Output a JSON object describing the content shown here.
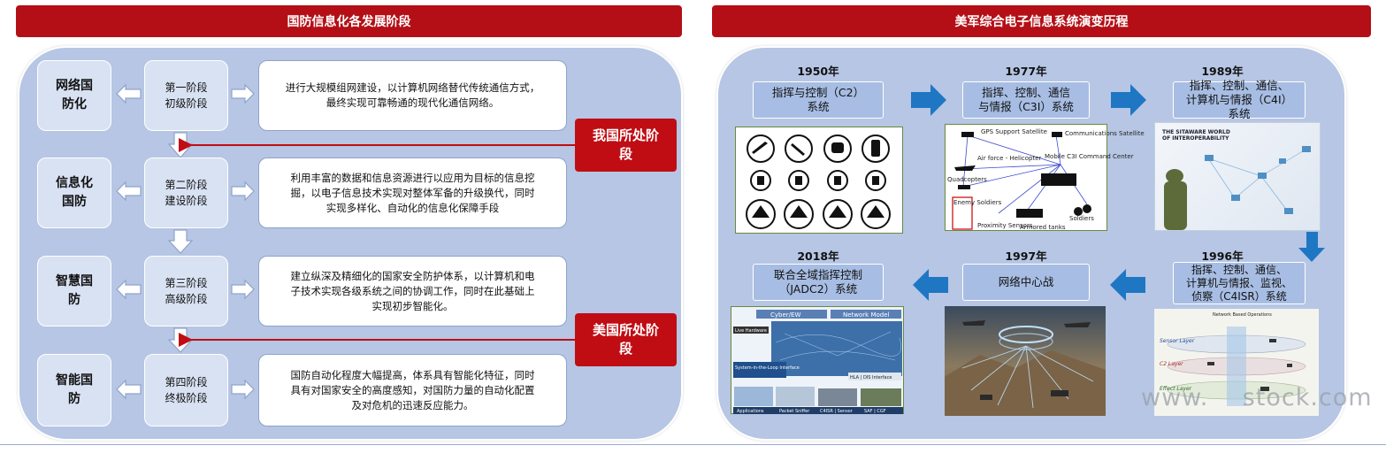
{
  "left": {
    "title": "国防信息化各发展阶段",
    "rows": [
      {
        "name": "网络国\n防化",
        "stage": "第一阶段",
        "level": "初级阶段",
        "desc": "进行大规模组网建设，以计算机网络替代传统通信方式，\n最终实现可靠畅通的现代化通信网络。"
      },
      {
        "name": "信息化\n国防",
        "stage": "第二阶段",
        "level": "建设阶段",
        "desc": "利用丰富的数据和信息资源进行以应用为目标的信息挖\n掘，以电子信息技术实现对整体军备的升级换代，同时\n实现多样化、自动化的信息化保障手段"
      },
      {
        "name": "智慧国\n防",
        "stage": "第三阶段",
        "level": "高级阶段",
        "desc": "建立纵深及精细化的国家安全防护体系，以计算机和电\n子技术实现各级系统之间的协调工作，同时在此基础上\n实现初步智能化。"
      },
      {
        "name": "智能国\n防",
        "stage": "第四阶段",
        "level": "终极阶段",
        "desc": "国防自动化程度大幅提高，体系具有智能化特征，同时\n具有对国家安全的高度感知，对国防力量的自动化配置\n及对危机的迅速反应能力。"
      }
    ],
    "callouts": {
      "china": "我国所处阶\n段",
      "us": "美国所处阶\n段"
    }
  },
  "right": {
    "title": "美军综合电子信息系统演变历程",
    "top": [
      {
        "year": "1950年",
        "label": "指挥与控制（C2）\n系统"
      },
      {
        "year": "1977年",
        "label": "指挥、控制、通信\n与情报（C3I）系统"
      },
      {
        "year": "1989年",
        "label": "指挥、控制、通信、\n计算机与情报（C4I）\n系统"
      }
    ],
    "bottom": [
      {
        "year": "2018年",
        "label": "联合全域指挥控制\n（JADC2）系统"
      },
      {
        "year": "1997年",
        "label": "网络中心战"
      },
      {
        "year": "1996年",
        "label": "指挥、控制、通信、\n计算机与情报、监视、\n侦察（C4ISR）系统"
      }
    ],
    "img_c3i_labels": [
      "GPS Support Satellite",
      "Communications Satellite",
      "Air force - Helicopter",
      "Mobile C3I Command Center",
      "Quadcopters",
      "Enemy Soldiers",
      "Proximity Sensors",
      "Armored tanks",
      "Soldiers"
    ],
    "img_c4i_labels": [
      "THE SITAWARE WORLD",
      "OF INTEROPERABILITY"
    ],
    "img_c4isr_labels": [
      "Network Based Operations",
      "Sensor Layer",
      "C2 Layer",
      "Effect Layer"
    ],
    "img_jadc2_labels": [
      "Cyber/EW",
      "Network Model",
      "Live Hardware",
      "System-in-the-Loop Interface",
      "HLA | DIS Interface",
      "Applications",
      "Packet Sniffer",
      "C4ISR | Sensor",
      "SAF | CGF"
    ]
  },
  "watermark": "www.    stock.com",
  "colors": {
    "banner": "#b40f16",
    "panel": "#b6c6e4",
    "arrow_blue": "#1f77c4",
    "callout_line": "#c00d14"
  }
}
